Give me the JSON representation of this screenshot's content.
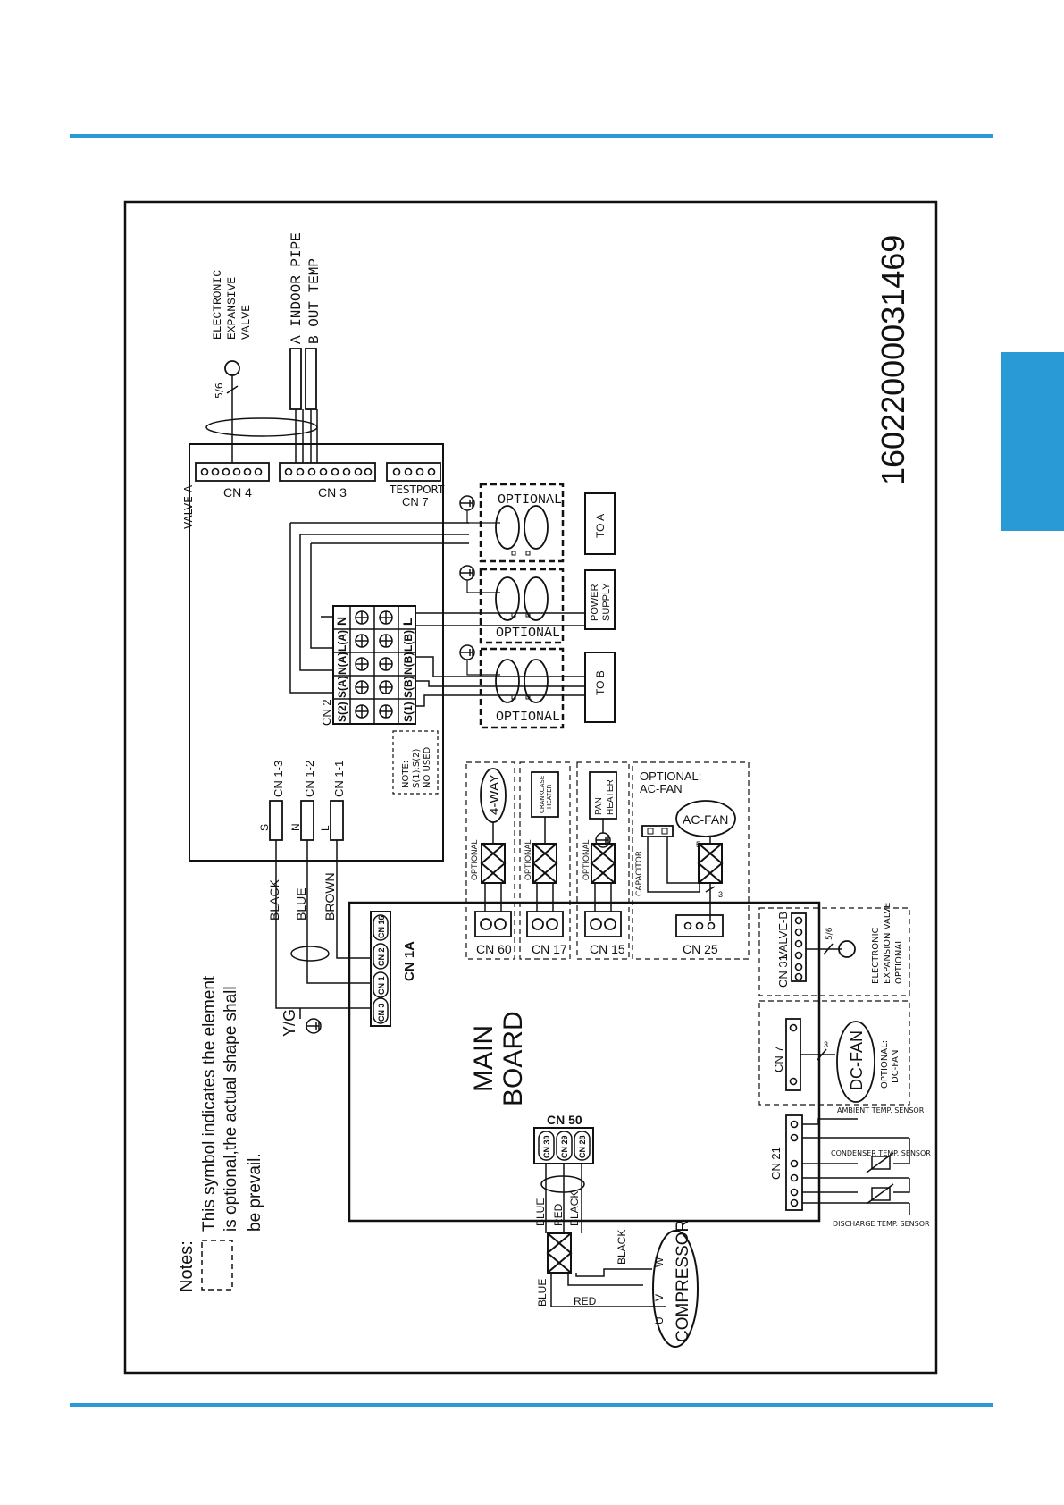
{
  "diagram": {
    "part_number": "16022000031469",
    "main_board": [
      "MAIN",
      "BOARD"
    ],
    "indoor_board": {
      "cn4": "CN 4",
      "valve_a": "VALVE-A",
      "cn3": "CN 3",
      "testport": "TESTPORT",
      "cn7_top": "CN 7",
      "cn1_3": "CN 1-3",
      "cn1_2": "CN 1-2",
      "cn1_1": "CN 1-1",
      "s": "S",
      "n": "N",
      "l": "L",
      "cn2": "CN 2",
      "note": [
        "NOTE:",
        "S(1):S(2)",
        "NO USED"
      ]
    },
    "top_labels": {
      "eev": [
        "ELECTRONIC",
        "EXPANSIVE",
        "VALVE"
      ],
      "pipe_a": "A INDOOR PIPE",
      "pipe_b": "B OUT TEMP",
      "five_six": "5/6"
    },
    "terminal": {
      "top_row": [
        "N",
        "L(A)",
        "N(A)",
        "S(A)",
        "S(2)"
      ],
      "bottom_row": [
        "L",
        "L(B)",
        "N(B)",
        "S(B)",
        "S(1)"
      ]
    },
    "optional_label": "OPTIONAL",
    "outputs": {
      "to_a": "TO A",
      "power_supply": [
        "POWER",
        "SUPPLY"
      ],
      "to_b": "TO B"
    },
    "wires": {
      "black": "BLACK",
      "blue": "BLUE",
      "brown": "BROWN",
      "yg": "Y/G",
      "red": "RED"
    },
    "cn1a": {
      "label": "CN 1A",
      "pins": [
        "CN 16",
        "CN 2",
        "CN 1",
        "CN 3"
      ]
    },
    "loads": {
      "four_way": "4-WAY",
      "crankcase": [
        "CRANKCASE",
        "HEATER"
      ],
      "pan_heater": [
        "PAN",
        "HEATER"
      ],
      "optional_acfan": [
        "OPTIONAL:",
        "AC-FAN"
      ],
      "ac_fan": "AC-FAN",
      "capacitor": "CAPACITOR",
      "optional_small": "OPTIONAL",
      "five": "5",
      "three": "3"
    },
    "connectors": {
      "cn60": "CN 60",
      "cn17": "CN 17",
      "cn15": "CN 15",
      "cn25": "CN 25"
    },
    "right_side": {
      "cn31": "CN 31",
      "valve_b": "VALVE-B",
      "eev_b": [
        "ELECTRONIC",
        "EXPANSION VALVE",
        "OPTIONAL"
      ],
      "five_six": "5/6",
      "cn7": "CN 7",
      "dc_fan": "DC-FAN",
      "opt_dcfan": [
        "OPTIONAL:",
        "DC-FAN"
      ],
      "three": "3",
      "cn21": "CN 21",
      "ambient": "AMBIENT TEMP. SENSOR",
      "condenser": "CONDENSER TEMP. SENSOR",
      "discharge": "DISCHARGE TEMP. SENSOR"
    },
    "cn50": {
      "label": "CN 50",
      "pins": [
        "CN 30",
        "CN 29",
        "CN 28"
      ],
      "wires": [
        "BLUE",
        "RED",
        "BLACK"
      ]
    },
    "compressor": {
      "label": "COMPRESSOR",
      "u": "U",
      "v": "V",
      "w": "W"
    },
    "notes": {
      "heading": "Notes:",
      "lines": [
        "This symbol indicates the element",
        "is  optional,the actual shape shall",
        "be prevail."
      ]
    }
  }
}
